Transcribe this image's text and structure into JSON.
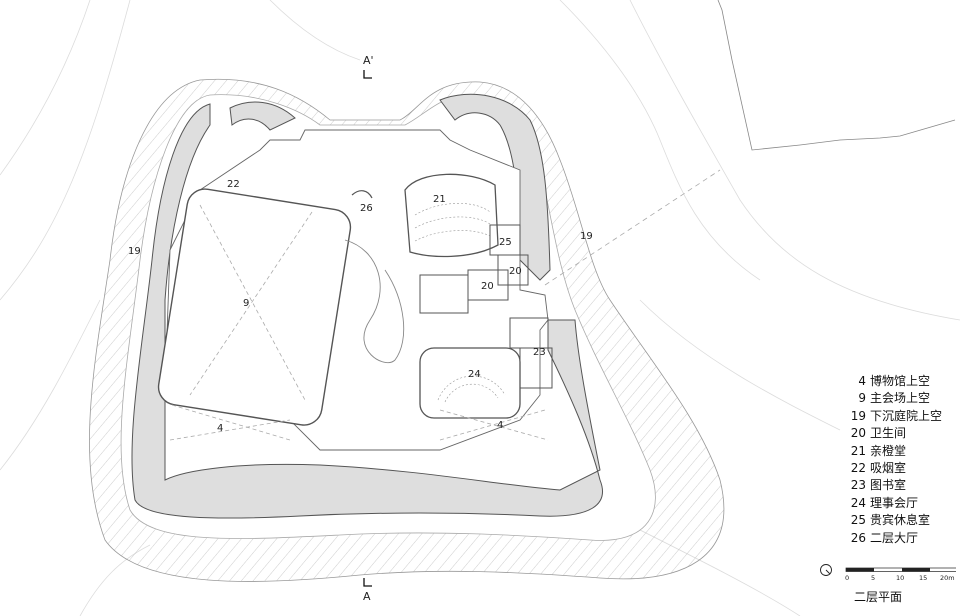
{
  "section_marks": {
    "top": "A'",
    "bottom": "A"
  },
  "room_labels": [
    "22",
    "26",
    "21",
    "25",
    "20",
    "20",
    "19",
    "19",
    "9",
    "23",
    "24",
    "4",
    "4"
  ],
  "legend": [
    {
      "num": "4",
      "name": "博物馆上空"
    },
    {
      "num": "9",
      "name": "主会场上空"
    },
    {
      "num": "19",
      "name": "下沉庭院上空"
    },
    {
      "num": "20",
      "name": "卫生间"
    },
    {
      "num": "21",
      "name": "亲橙堂"
    },
    {
      "num": "22",
      "name": "吸烟室"
    },
    {
      "num": "23",
      "name": "图书室"
    },
    {
      "num": "24",
      "name": "理事会厅"
    },
    {
      "num": "25",
      "name": "贵宾休息室"
    },
    {
      "num": "26",
      "name": "二层大厅"
    }
  ],
  "scale": {
    "ticks": [
      "0",
      "5",
      "10",
      "15",
      "20m"
    ]
  },
  "floor_title": "二层平面"
}
